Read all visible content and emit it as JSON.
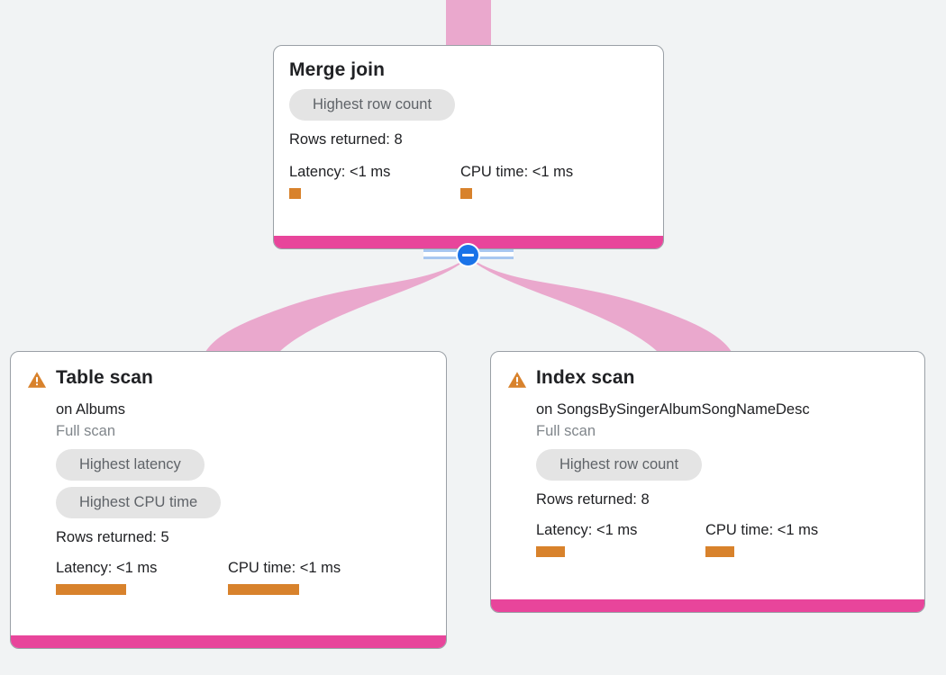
{
  "canvas": {
    "background_color": "#f1f3f4",
    "accent_color": "#e8459b",
    "edge_color": "#eaa8cd",
    "metric_bar_color": "#d8822c",
    "warning_color": "#d8822c",
    "toggle_color": "#1a73e8"
  },
  "nodes": {
    "merge_join": {
      "title": "Merge join",
      "chips": [
        "Highest row count"
      ],
      "rows_returned": "Rows returned: 8",
      "metrics": [
        {
          "label": "Latency: <1 ms"
        },
        {
          "label": "CPU time: <1 ms"
        }
      ]
    },
    "table_scan": {
      "warning_icon": "warning-triangle-icon",
      "title": "Table scan",
      "subject": "on Albums",
      "scan_type": "Full scan",
      "chips": [
        "Highest latency",
        "Highest CPU time"
      ],
      "rows_returned": "Rows returned: 5",
      "metrics": [
        {
          "label": "Latency: <1 ms"
        },
        {
          "label": "CPU time: <1 ms"
        }
      ]
    },
    "index_scan": {
      "warning_icon": "warning-triangle-icon",
      "title": "Index scan",
      "subject": "on SongsBySingerAlbumSongNameDesc",
      "scan_type": "Full scan",
      "chips": [
        "Highest row count"
      ],
      "rows_returned": "Rows returned: 8",
      "metrics": [
        {
          "label": "Latency: <1 ms"
        },
        {
          "label": "CPU time: <1 ms"
        }
      ]
    }
  },
  "controls": {
    "collapse_toggle": "−"
  }
}
